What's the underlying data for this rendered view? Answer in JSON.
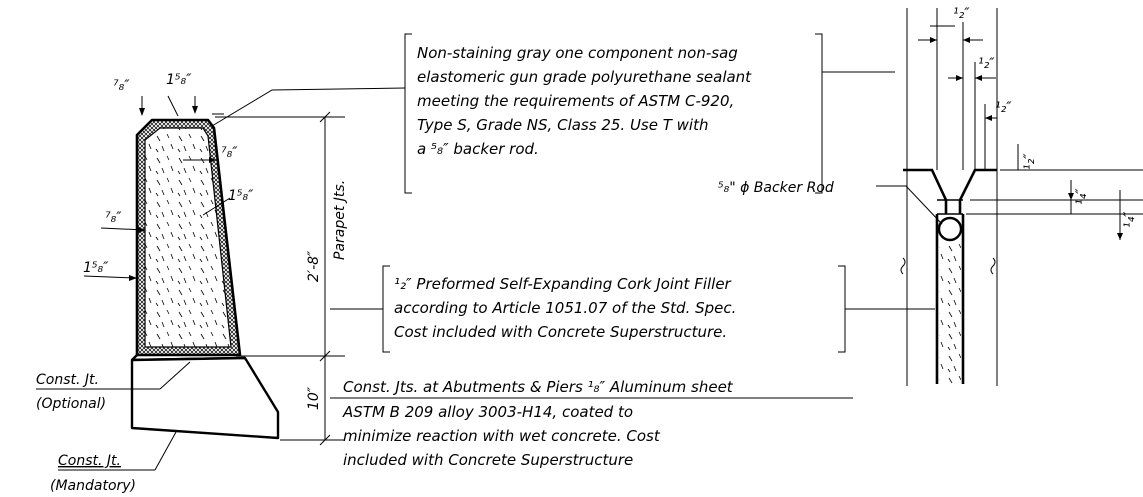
{
  "notes": {
    "sealant": [
      "Non-staining gray one component non-sag",
      "elastomeric gun grade polyurethane sealant",
      "meeting the requirements of ASTM C-920,",
      "Type S, Grade NS, Class 25. Use T with",
      "a ⁵₈″ backer rod."
    ],
    "cork": [
      "¹₂″ Preformed Self-Expanding Cork Joint Filler",
      "according to Article 1051.07 of the Std. Spec.",
      "Cost included with Concrete Superstructure."
    ],
    "aluminum": [
      "Const. Jts. at Abutments & Piers ¹₈″ Aluminum sheet",
      "ASTM B 209 alloy 3003-H14, coated to",
      "minimize reaction with wet concrete. Cost",
      "included with Concrete Superstructure"
    ],
    "backer_rod": "⁵₈\" ϕ Backer Rod"
  },
  "labels": {
    "const_jt_optional": [
      "Const. Jt.",
      "(Optional)"
    ],
    "const_jt_mandatory": [
      "Const. Jt.",
      "(Mandatory)"
    ],
    "parapet_jts": "Parapet Jts."
  },
  "dimensions": {
    "parapet_height": "2′-8″",
    "base_height": "10″",
    "d_7_8_top": "⁷₈″",
    "d_15_8_top": "1⁵₈″",
    "d_7_8_right": "⁷₈″",
    "d_15_8_right": "1⁵₈″",
    "d_7_8_left": "⁷₈″",
    "d_15_8_left": "1⁵₈″",
    "d_half_1": "¹₂″",
    "d_half_2": "¹₂″",
    "d_half_3": "¹₂″",
    "d_half_4": "¹₂″",
    "d_quarter_1": "¹₄″",
    "d_quarter_2": "¹₄″"
  }
}
